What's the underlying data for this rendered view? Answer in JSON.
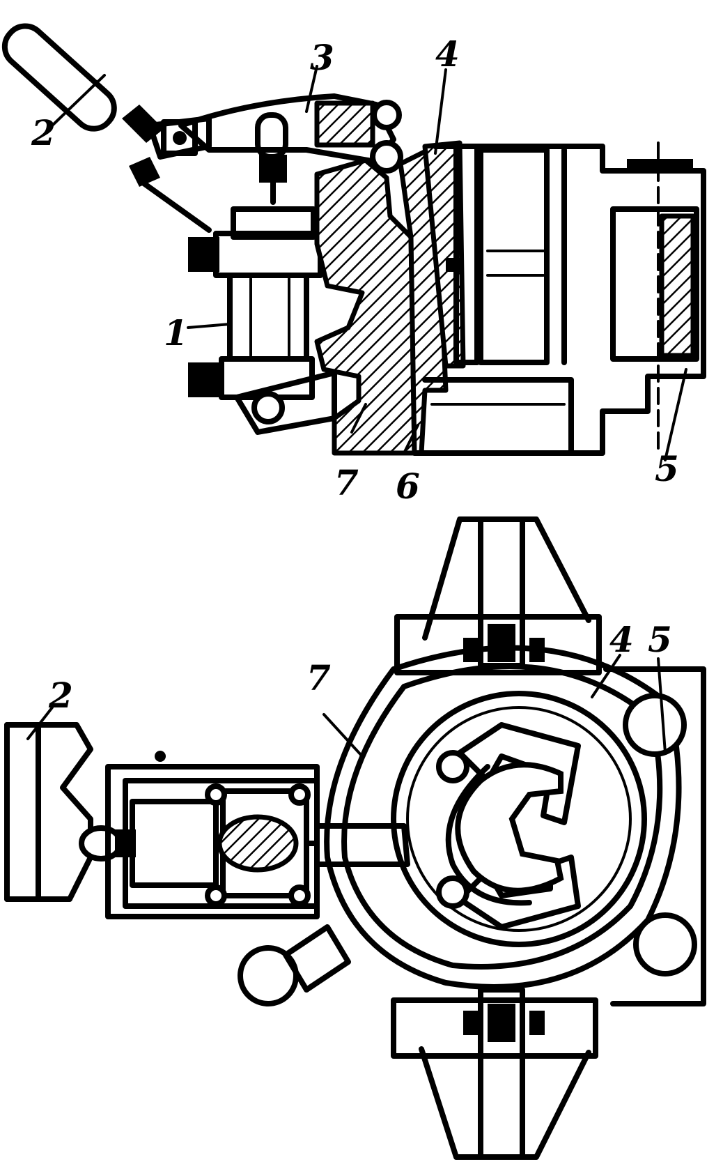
{
  "side_view": {
    "labels": [
      {
        "id": "handle",
        "text": "2"
      },
      {
        "id": "lever",
        "text": "3"
      },
      {
        "id": "jaw",
        "text": "4"
      },
      {
        "id": "cylinder",
        "text": "1"
      },
      {
        "id": "body",
        "text": "7"
      },
      {
        "id": "wedge",
        "text": "6"
      },
      {
        "id": "rod",
        "text": "5"
      }
    ]
  },
  "top_view": {
    "labels": [
      {
        "id": "handle",
        "text": "2"
      },
      {
        "id": "body",
        "text": "7"
      },
      {
        "id": "jaw",
        "text": "4"
      },
      {
        "id": "rod",
        "text": "5"
      }
    ]
  }
}
